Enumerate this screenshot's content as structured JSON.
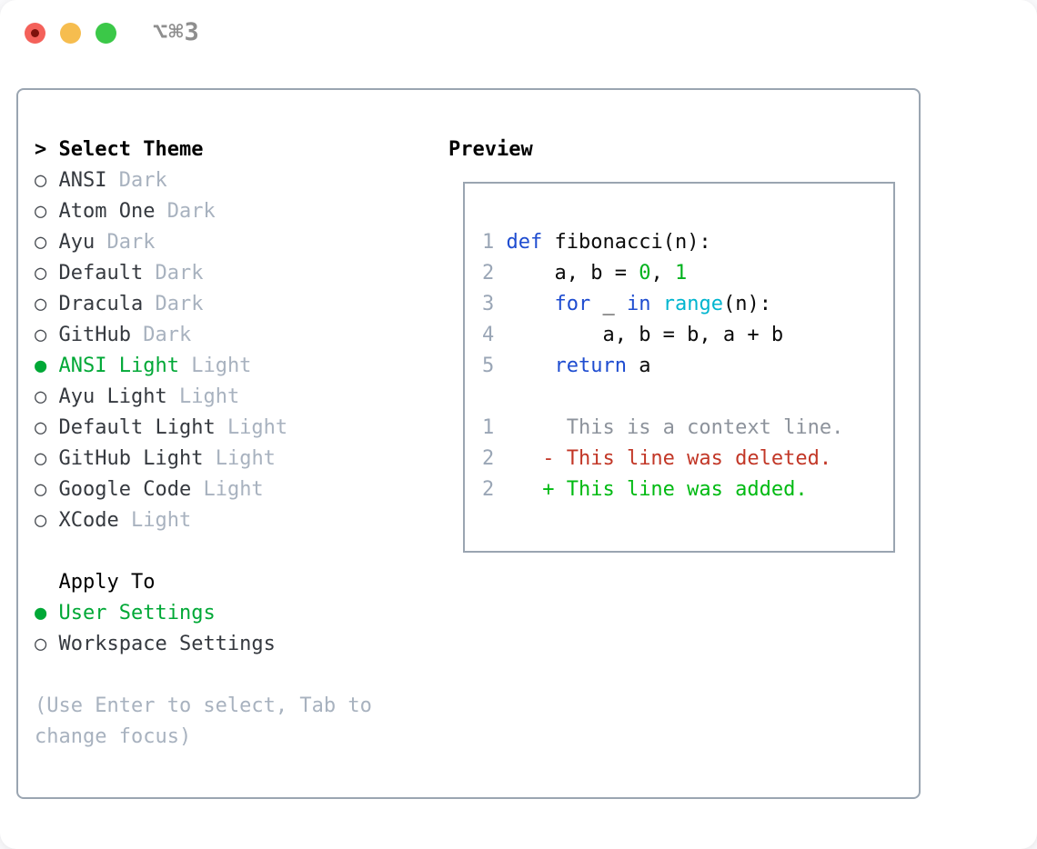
{
  "colors": {
    "accent_green": "#00a836",
    "keyword_blue": "#1e4cd0",
    "function_cyan": "#00b5cf",
    "literal_green": "#00b21c",
    "deleted_red": "#c23727",
    "added_green": "#00ba12",
    "muted_gray": "#a8b2bf",
    "context_gray": "#8d939c",
    "line_number_gray": "#9aa6b6",
    "text_dark": "#35393f",
    "border_gray": "#9aa5b1",
    "title_gray": "#8e8e8e",
    "traffic_red": "#f4615a",
    "traffic_red_dot": "#7e120c",
    "traffic_yellow": "#f6bd4f",
    "traffic_green": "#3bc848"
  },
  "window": {
    "title": "⌥⌘3"
  },
  "theme_panel": {
    "header_marker": ">",
    "header_label": "Select Theme",
    "marker_selected": "●",
    "marker_unselected": "○",
    "themes": [
      {
        "name": "ANSI",
        "tag": "Dark",
        "selected": false
      },
      {
        "name": "Atom One",
        "tag": "Dark",
        "selected": false
      },
      {
        "name": "Ayu",
        "tag": "Dark",
        "selected": false
      },
      {
        "name": "Default",
        "tag": "Dark",
        "selected": false
      },
      {
        "name": "Dracula",
        "tag": "Dark",
        "selected": false
      },
      {
        "name": "GitHub",
        "tag": "Dark",
        "selected": false
      },
      {
        "name": "ANSI Light",
        "tag": "Light",
        "selected": true
      },
      {
        "name": "Ayu Light",
        "tag": "Light",
        "selected": false
      },
      {
        "name": "Default Light",
        "tag": "Light",
        "selected": false
      },
      {
        "name": "GitHub Light",
        "tag": "Light",
        "selected": false
      },
      {
        "name": "Google Code",
        "tag": "Light",
        "selected": false
      },
      {
        "name": "XCode",
        "tag": "Light",
        "selected": false
      }
    ],
    "apply_to_label": "Apply To",
    "apply_options": [
      {
        "name": "User Settings",
        "selected": true
      },
      {
        "name": "Workspace Settings",
        "selected": false
      }
    ],
    "hint": "(Use Enter to select, Tab to change focus)"
  },
  "preview_panel": {
    "title": "Preview",
    "lines": [
      {
        "type": "code",
        "tokens": [
          [
            "1",
            "ln"
          ],
          [
            " ",
            "pl"
          ],
          [
            "def",
            "kw"
          ],
          [
            " fibonacci(n):",
            "pl"
          ]
        ]
      },
      {
        "type": "code",
        "tokens": [
          [
            "2",
            "ln"
          ],
          [
            "     a, b = ",
            "pl"
          ],
          [
            "0",
            "num"
          ],
          [
            ", ",
            "pl"
          ],
          [
            "1",
            "num"
          ]
        ]
      },
      {
        "type": "code",
        "tokens": [
          [
            "3",
            "ln"
          ],
          [
            "     ",
            "pl"
          ],
          [
            "for",
            "kw"
          ],
          [
            " _ ",
            "pl"
          ],
          [
            "in",
            "kw"
          ],
          [
            " ",
            "pl"
          ],
          [
            "range",
            "fn"
          ],
          [
            "(n):",
            "pl"
          ]
        ]
      },
      {
        "type": "code",
        "tokens": [
          [
            "4",
            "ln"
          ],
          [
            "         a, b = b, a + b",
            "pl"
          ]
        ]
      },
      {
        "type": "code",
        "tokens": [
          [
            "5",
            "ln"
          ],
          [
            "     ",
            "pl"
          ],
          [
            "return",
            "kw"
          ],
          [
            " a",
            "pl"
          ]
        ]
      },
      {
        "type": "blank",
        "tokens": []
      },
      {
        "type": "diff-context",
        "tokens": [
          [
            "1",
            "ln"
          ],
          [
            "      This is a context line.",
            "ctx"
          ]
        ]
      },
      {
        "type": "diff-deleted",
        "tokens": [
          [
            "2",
            "ln"
          ],
          [
            "    - This line was deleted.",
            "del"
          ]
        ]
      },
      {
        "type": "diff-added",
        "tokens": [
          [
            "2",
            "ln"
          ],
          [
            "    + This line was added.",
            "add"
          ]
        ]
      }
    ]
  }
}
